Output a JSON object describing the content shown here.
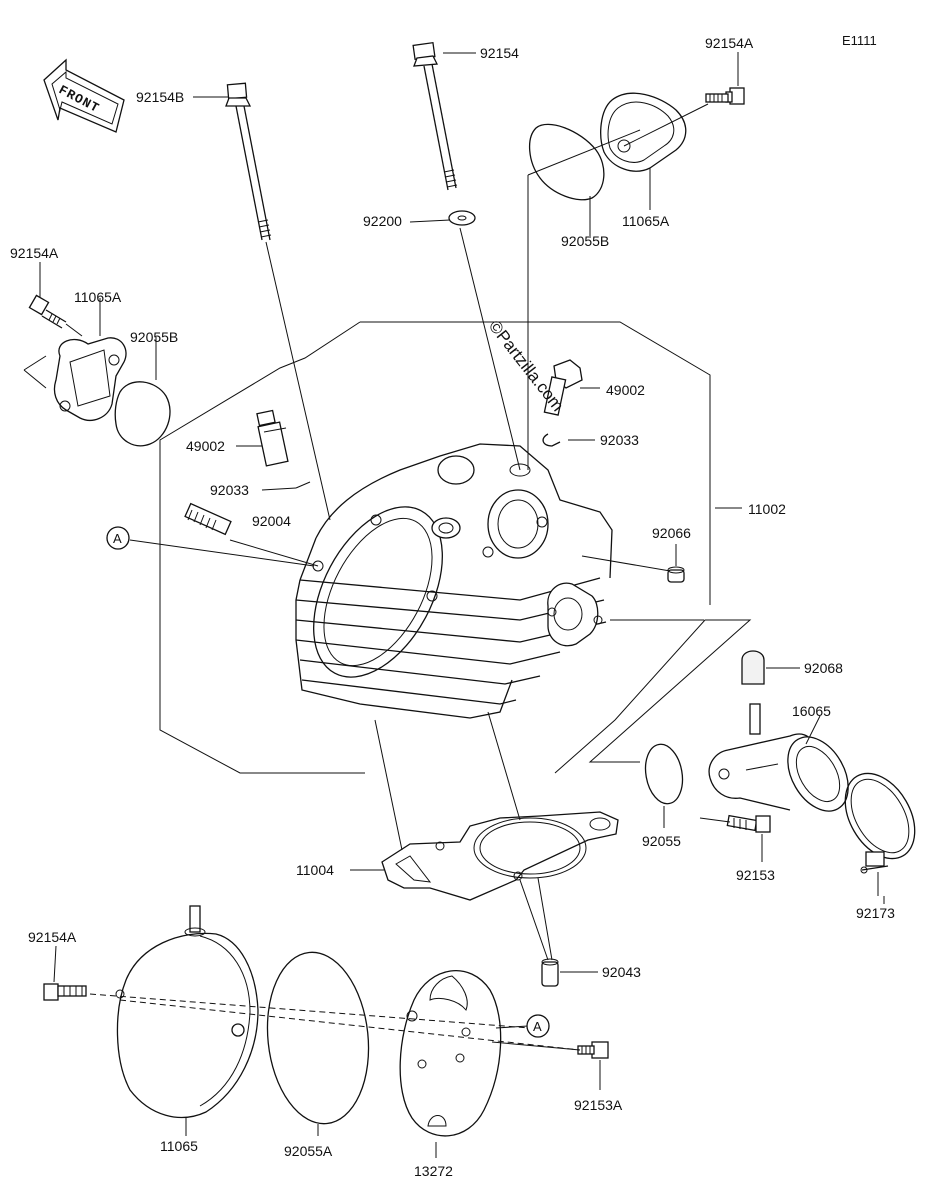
{
  "diagram": {
    "code": "E1111",
    "watermark": "©Partzilla.com",
    "front_label": "FRONT",
    "ref_marker": "A",
    "parts": {
      "p92154_top": "92154",
      "p92154b": "92154B",
      "p92154a_top": "92154A",
      "p92200": "92200",
      "p92055b_top": "92055B",
      "p11065a_top": "11065A",
      "p92154a_left": "92154A",
      "p11065a_left": "11065A",
      "p92055b_left": "92055B",
      "p49002_right": "49002",
      "p49002_left": "49002",
      "p92033_right": "92033",
      "p92033_left": "92033",
      "p92004": "92004",
      "p11002": "11002",
      "p92066": "92066",
      "p92068": "92068",
      "p16065": "16065",
      "p92055": "92055",
      "p92153": "92153",
      "p92173": "92173",
      "p11004": "11004",
      "p92154a_bottom": "92154A",
      "p92043": "92043",
      "p11065": "11065",
      "p92055a": "92055A",
      "p13272": "13272",
      "p92153a": "92153A"
    }
  }
}
